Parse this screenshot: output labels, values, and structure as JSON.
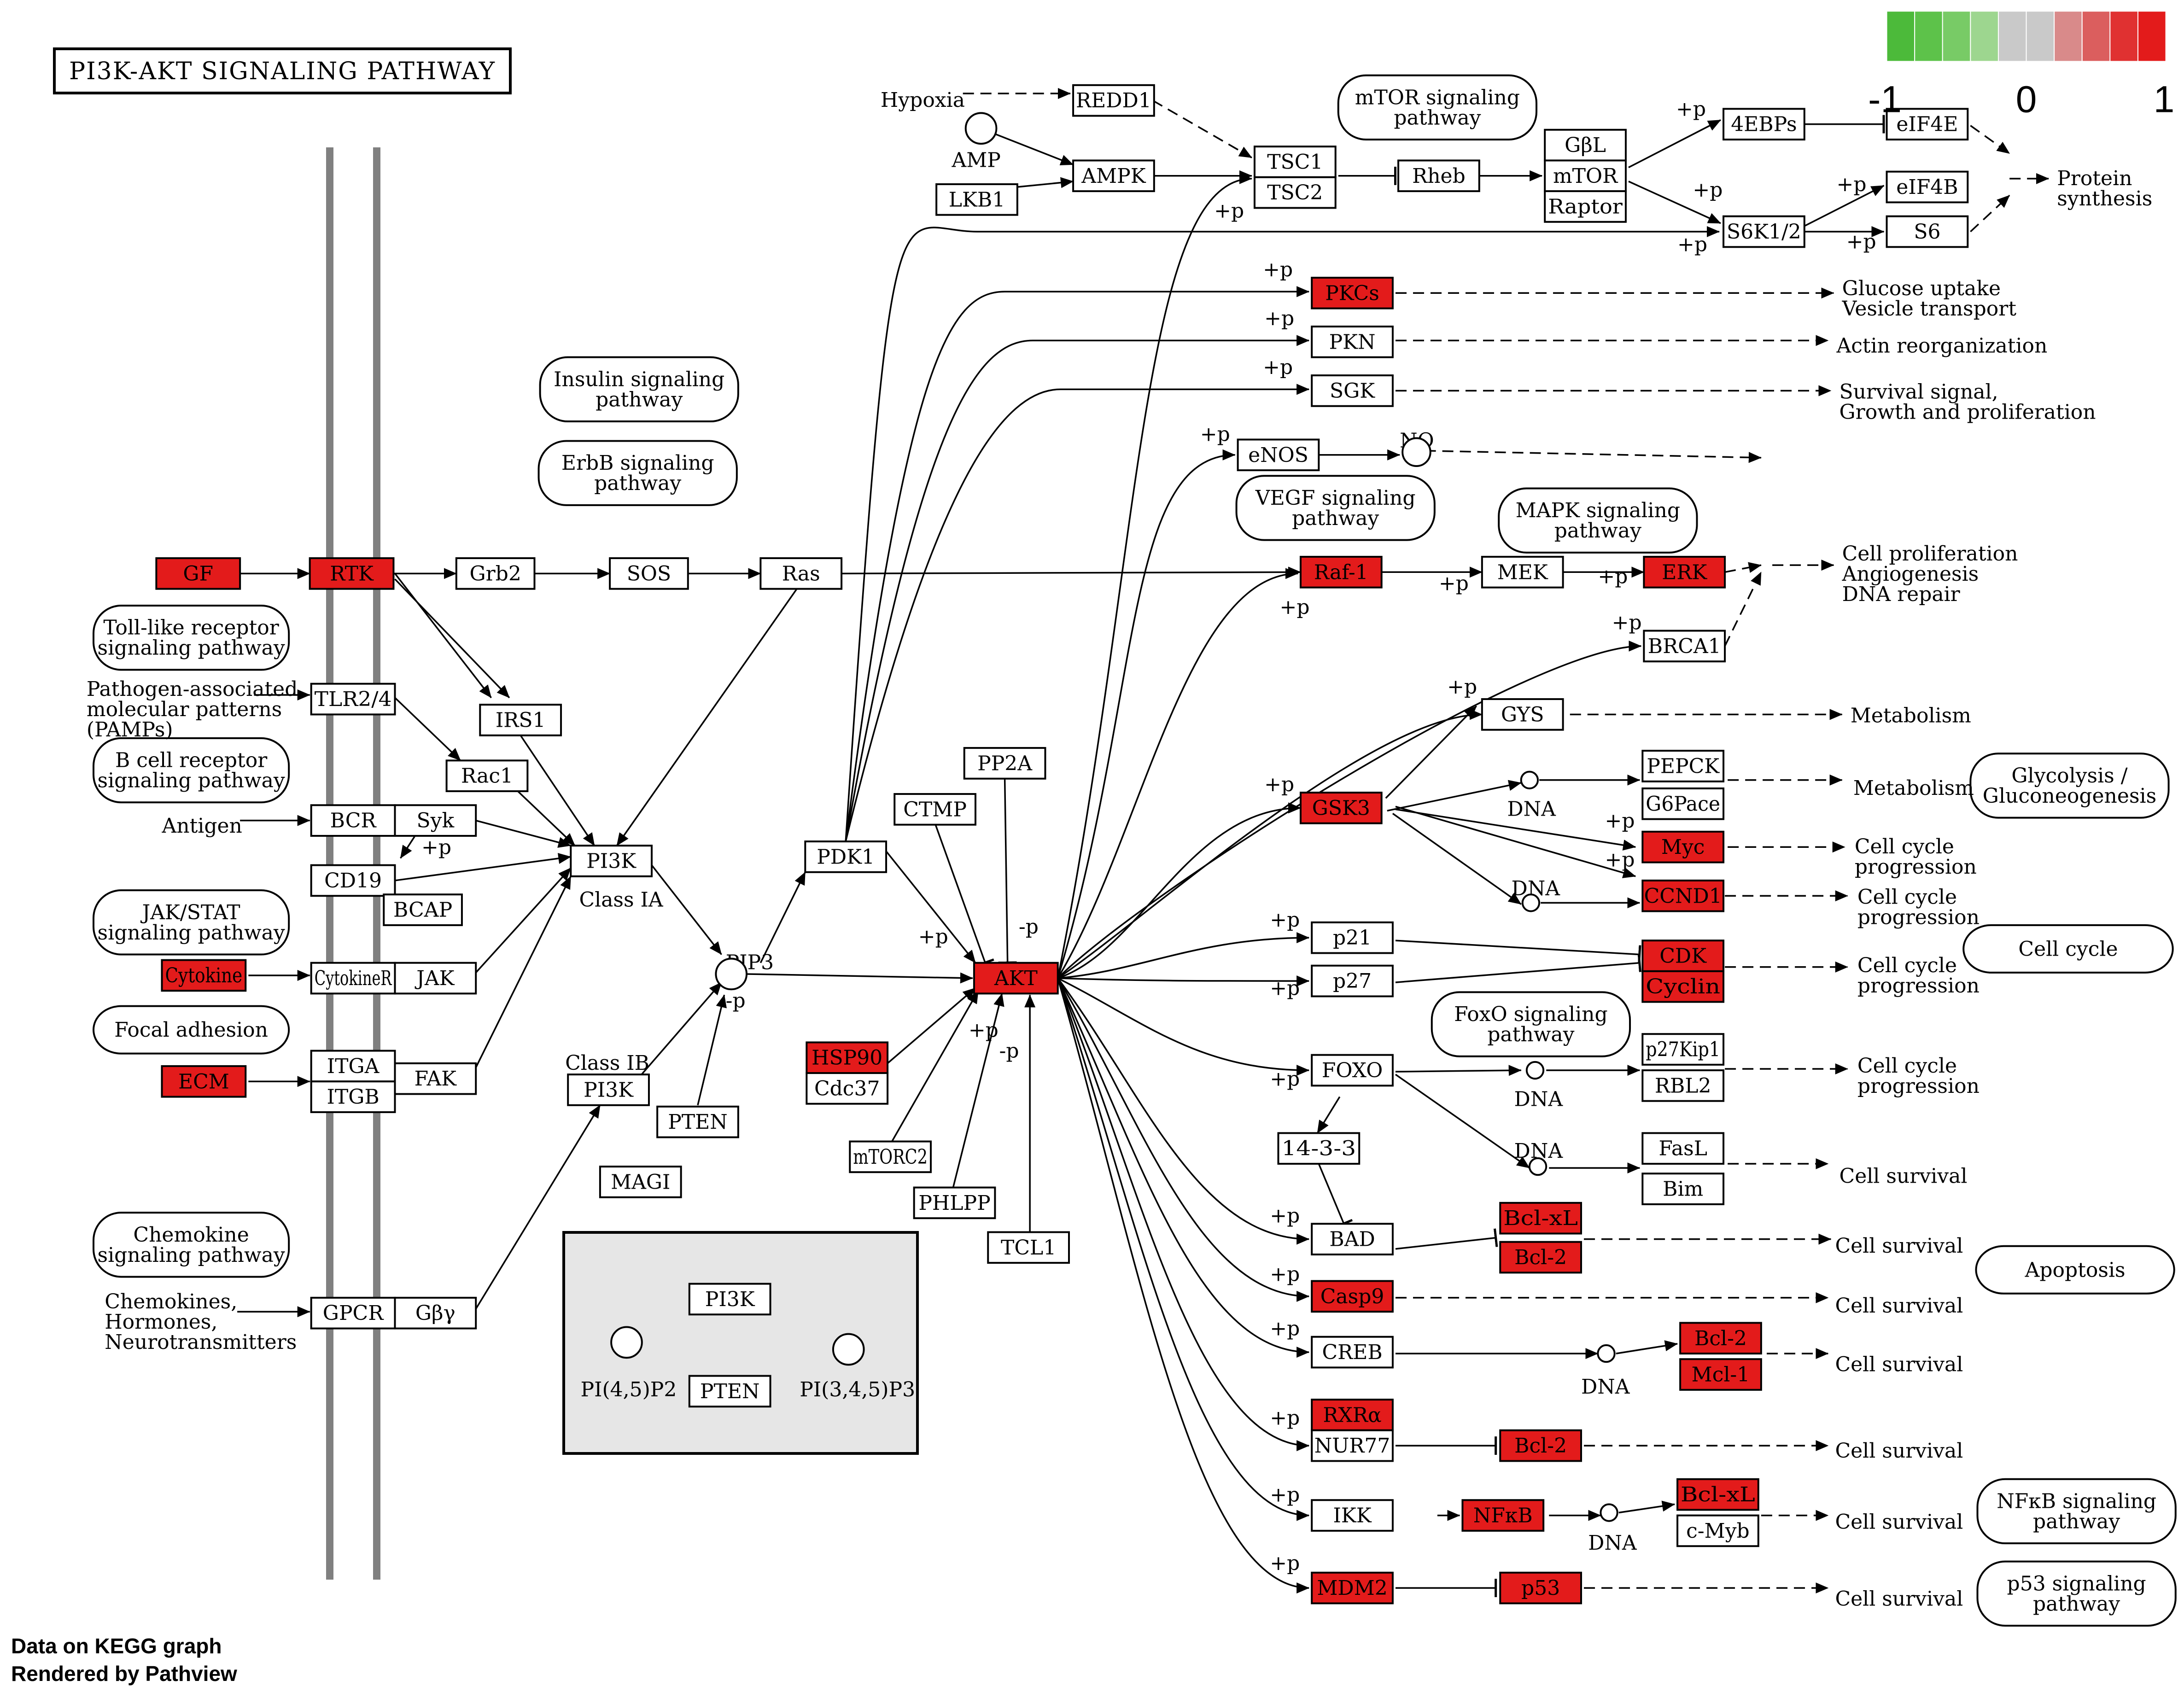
{
  "title": "PI3K-AKT SIGNALING PATHWAY",
  "legend": {
    "ticks": [
      "-1",
      "0",
      "1"
    ],
    "colors": [
      "#4cba3a",
      "#5dc24a",
      "#78cb66",
      "#9dd68f",
      "#c9c9c9",
      "#c9c9c9",
      "#d98a8a",
      "#db5e5e",
      "#e03131",
      "#e31b1b"
    ]
  },
  "footer": [
    "Data on KEGG graph",
    "Rendered by Pathview"
  ],
  "colors": {
    "up": "#e31b1b",
    "node_bg": "#ffffff",
    "membrane": "#808080",
    "inset_bg": "#e6e6e6"
  },
  "nodes": [
    {
      "id": "GF",
      "label": "GF",
      "color": "up"
    },
    {
      "id": "RTK",
      "label": "RTK",
      "color": "up"
    },
    {
      "id": "Grb2",
      "label": "Grb2"
    },
    {
      "id": "SOS",
      "label": "SOS"
    },
    {
      "id": "Ras",
      "label": "Ras"
    },
    {
      "id": "TLR24",
      "label": "TLR2/4"
    },
    {
      "id": "IRS1",
      "label": "IRS1"
    },
    {
      "id": "Rac1",
      "label": "Rac1"
    },
    {
      "id": "BCR",
      "label": "BCR"
    },
    {
      "id": "Syk",
      "label": "Syk"
    },
    {
      "id": "CD19",
      "label": "CD19"
    },
    {
      "id": "BCAP",
      "label": "BCAP"
    },
    {
      "id": "Cytokine",
      "label": "Cytokine",
      "color": "up"
    },
    {
      "id": "CytokineR",
      "label": "CytokineR"
    },
    {
      "id": "JAK",
      "label": "JAK"
    },
    {
      "id": "ECM",
      "label": "ECM",
      "color": "up"
    },
    {
      "id": "ITGA",
      "label": "ITGA"
    },
    {
      "id": "ITGB",
      "label": "ITGB"
    },
    {
      "id": "FAK",
      "label": "FAK"
    },
    {
      "id": "GPCR",
      "label": "GPCR"
    },
    {
      "id": "Gby",
      "label": "Gβγ"
    },
    {
      "id": "PI3K_IA",
      "label": "PI3K"
    },
    {
      "id": "PI3K_IB",
      "label": "PI3K"
    },
    {
      "id": "PTEN",
      "label": "PTEN"
    },
    {
      "id": "MAGI",
      "label": "MAGI"
    },
    {
      "id": "PDK1",
      "label": "PDK1"
    },
    {
      "id": "CTMP",
      "label": "CTMP"
    },
    {
      "id": "PP2A",
      "label": "PP2A"
    },
    {
      "id": "HSP90",
      "label": "HSP90",
      "color": "up"
    },
    {
      "id": "Cdc37",
      "label": "Cdc37"
    },
    {
      "id": "mTORC2",
      "label": "mTORC2"
    },
    {
      "id": "PHLPP",
      "label": "PHLPP"
    },
    {
      "id": "TCL1",
      "label": "TCL1"
    },
    {
      "id": "AKT",
      "label": "AKT",
      "color": "up"
    },
    {
      "id": "REDD1",
      "label": "REDD1"
    },
    {
      "id": "AMPK",
      "label": "AMPK"
    },
    {
      "id": "LKB1",
      "label": "LKB1"
    },
    {
      "id": "TSC1",
      "label": "TSC1"
    },
    {
      "id": "TSC2",
      "label": "TSC2"
    },
    {
      "id": "Rheb",
      "label": "Rheb"
    },
    {
      "id": "GbL",
      "label": "GβL"
    },
    {
      "id": "mTOR",
      "label": "mTOR"
    },
    {
      "id": "Raptor",
      "label": "Raptor"
    },
    {
      "id": "4EBPs",
      "label": "4EBPs"
    },
    {
      "id": "eIF4E",
      "label": "eIF4E"
    },
    {
      "id": "eIF4B",
      "label": "eIF4B"
    },
    {
      "id": "S6K12",
      "label": "S6K1/2"
    },
    {
      "id": "S6",
      "label": "S6"
    },
    {
      "id": "PKCs",
      "label": "PKCs",
      "color": "up"
    },
    {
      "id": "PKN",
      "label": "PKN"
    },
    {
      "id": "SGK",
      "label": "SGK"
    },
    {
      "id": "eNOS",
      "label": "eNOS"
    },
    {
      "id": "Raf1",
      "label": "Raf-1",
      "color": "up"
    },
    {
      "id": "MEK",
      "label": "MEK"
    },
    {
      "id": "ERK",
      "label": "ERK",
      "color": "up"
    },
    {
      "id": "BRCA1",
      "label": "BRCA1"
    },
    {
      "id": "GYS",
      "label": "GYS"
    },
    {
      "id": "GSK3",
      "label": "GSK3",
      "color": "up"
    },
    {
      "id": "PEPCK",
      "label": "PEPCK"
    },
    {
      "id": "G6Pace",
      "label": "G6Pace"
    },
    {
      "id": "Myc",
      "label": "Myc",
      "color": "up"
    },
    {
      "id": "CCND1",
      "label": "CCND1",
      "color": "up"
    },
    {
      "id": "p21",
      "label": "p21"
    },
    {
      "id": "p27",
      "label": "p27"
    },
    {
      "id": "CDK",
      "label": "CDK",
      "color": "up"
    },
    {
      "id": "Cyclin",
      "label": "Cyclin",
      "color": "up"
    },
    {
      "id": "FOXO",
      "label": "FOXO"
    },
    {
      "id": "p27Kip1",
      "label": "p27Kip1"
    },
    {
      "id": "RBL2",
      "label": "RBL2"
    },
    {
      "id": "FasL",
      "label": "FasL"
    },
    {
      "id": "Bim",
      "label": "Bim"
    },
    {
      "id": "1433",
      "label": "14-3-3"
    },
    {
      "id": "BAD",
      "label": "BAD"
    },
    {
      "id": "BclxL1",
      "label": "Bcl-xL",
      "color": "up"
    },
    {
      "id": "Bcl2a",
      "label": "Bcl-2",
      "color": "up"
    },
    {
      "id": "Casp9",
      "label": "Casp9",
      "color": "up"
    },
    {
      "id": "CREB",
      "label": "CREB"
    },
    {
      "id": "Bcl2b",
      "label": "Bcl-2",
      "color": "up"
    },
    {
      "id": "Mcl1",
      "label": "Mcl-1",
      "color": "up"
    },
    {
      "id": "RXRa",
      "label": "RXRα",
      "color": "up"
    },
    {
      "id": "NUR77",
      "label": "NUR77"
    },
    {
      "id": "Bcl2c",
      "label": "Bcl-2",
      "color": "up"
    },
    {
      "id": "IKK",
      "label": "IKK"
    },
    {
      "id": "NFkB",
      "label": "NFκB",
      "color": "up"
    },
    {
      "id": "BclxL2",
      "label": "Bcl-xL",
      "color": "up"
    },
    {
      "id": "cMyb",
      "label": "c-Myb"
    },
    {
      "id": "MDM2",
      "label": "MDM2",
      "color": "up"
    },
    {
      "id": "p53",
      "label": "p53",
      "color": "up"
    },
    {
      "id": "PI3K_inset",
      "label": "PI3K"
    },
    {
      "id": "PTEN_inset",
      "label": "PTEN"
    }
  ],
  "pathways": [
    {
      "id": "insulin",
      "label": [
        "Insulin signaling",
        "pathway"
      ]
    },
    {
      "id": "erbb",
      "label": [
        "ErbB signaling",
        "pathway"
      ]
    },
    {
      "id": "tlr",
      "label": [
        "Toll-like receptor",
        "signaling pathway"
      ]
    },
    {
      "id": "bcell",
      "label": [
        "B cell receptor",
        "signaling pathway"
      ]
    },
    {
      "id": "jakstat",
      "label": [
        "JAK/STAT",
        "signaling pathway"
      ]
    },
    {
      "id": "focal",
      "label": [
        "Focal adhesion"
      ]
    },
    {
      "id": "chemokine",
      "label": [
        "Chemokine",
        "signaling pathway"
      ]
    },
    {
      "id": "mtor",
      "label": [
        "mTOR signaling",
        "pathway"
      ]
    },
    {
      "id": "vegf",
      "label": [
        "VEGF signaling",
        "pathway"
      ]
    },
    {
      "id": "mapk",
      "label": [
        "MAPK signaling",
        "pathway"
      ]
    },
    {
      "id": "foxo",
      "label": [
        "FoxO signaling",
        "pathway"
      ]
    },
    {
      "id": "glyco",
      "label": [
        "Glycolysis /",
        "Gluconeogenesis"
      ]
    },
    {
      "id": "cellcycle",
      "label": [
        "Cell cycle"
      ]
    },
    {
      "id": "apoptosis",
      "label": [
        "Apoptosis"
      ]
    },
    {
      "id": "nfkb",
      "label": [
        "NFκB signaling",
        "pathway"
      ]
    },
    {
      "id": "p53path",
      "label": [
        "p53 signaling",
        "pathway"
      ]
    }
  ],
  "labels": [
    {
      "id": "pamps",
      "text": [
        "Pathogen-associated",
        "molecular patterns",
        "(PAMPs)"
      ]
    },
    {
      "id": "antigen",
      "text": [
        "Antigen"
      ]
    },
    {
      "id": "chemokines",
      "text": [
        "Chemokines,",
        "Hormones,",
        "Neurotransmitters"
      ]
    },
    {
      "id": "classIA",
      "text": [
        "Class IA"
      ]
    },
    {
      "id": "classIB",
      "text": [
        "Class IB"
      ]
    },
    {
      "id": "pip3",
      "text": [
        "PIP3"
      ]
    },
    {
      "id": "hypoxia",
      "text": [
        "Hypoxia"
      ]
    },
    {
      "id": "amp",
      "text": [
        "AMP"
      ]
    },
    {
      "id": "no",
      "text": [
        "NO"
      ]
    },
    {
      "id": "protein",
      "text": [
        "Protein",
        "synthesis"
      ]
    },
    {
      "id": "glucose",
      "text": [
        "Glucose uptake",
        "Vesicle transport"
      ]
    },
    {
      "id": "actin",
      "text": [
        "Actin reorganization"
      ]
    },
    {
      "id": "survival",
      "text": [
        "Survival signal,",
        "Growth and proliferation"
      ]
    },
    {
      "id": "prolif",
      "text": [
        "Cell proliferation",
        "Angiogenesis",
        "DNA repair"
      ]
    },
    {
      "id": "metab1",
      "text": [
        "Metabolism"
      ]
    },
    {
      "id": "metab2",
      "text": [
        "Metabolism"
      ]
    },
    {
      "id": "cc1",
      "text": [
        "Cell cycle",
        "progression"
      ]
    },
    {
      "id": "cc2",
      "text": [
        "Cell cycle",
        "progression"
      ]
    },
    {
      "id": "cc3",
      "text": [
        "Cell cycle",
        "progression"
      ]
    },
    {
      "id": "cc4",
      "text": [
        "Cell cycle",
        "progression"
      ]
    },
    {
      "id": "cs1",
      "text": [
        "Cell survival"
      ]
    },
    {
      "id": "cs2",
      "text": [
        "Cell survival"
      ]
    },
    {
      "id": "cs3",
      "text": [
        "Cell survival"
      ]
    },
    {
      "id": "cs4",
      "text": [
        "Cell survival"
      ]
    },
    {
      "id": "cs5",
      "text": [
        "Cell survival"
      ]
    },
    {
      "id": "cs6",
      "text": [
        "Cell survival"
      ]
    },
    {
      "id": "cs7",
      "text": [
        "Cell survival"
      ]
    },
    {
      "id": "dna1",
      "text": [
        "DNA"
      ]
    },
    {
      "id": "dna2",
      "text": [
        "DNA"
      ]
    },
    {
      "id": "dna3",
      "text": [
        "DNA"
      ]
    },
    {
      "id": "dna4",
      "text": [
        "DNA"
      ]
    },
    {
      "id": "dna5",
      "text": [
        "DNA"
      ]
    },
    {
      "id": "dna6",
      "text": [
        "DNA"
      ]
    },
    {
      "id": "pip2_inset",
      "text": [
        "PI(4,5)P2"
      ]
    },
    {
      "id": "pip3_inset",
      "text": [
        "PI(3,4,5)P3"
      ]
    }
  ],
  "mods": {
    "p": "+p",
    "minus": "-p"
  }
}
